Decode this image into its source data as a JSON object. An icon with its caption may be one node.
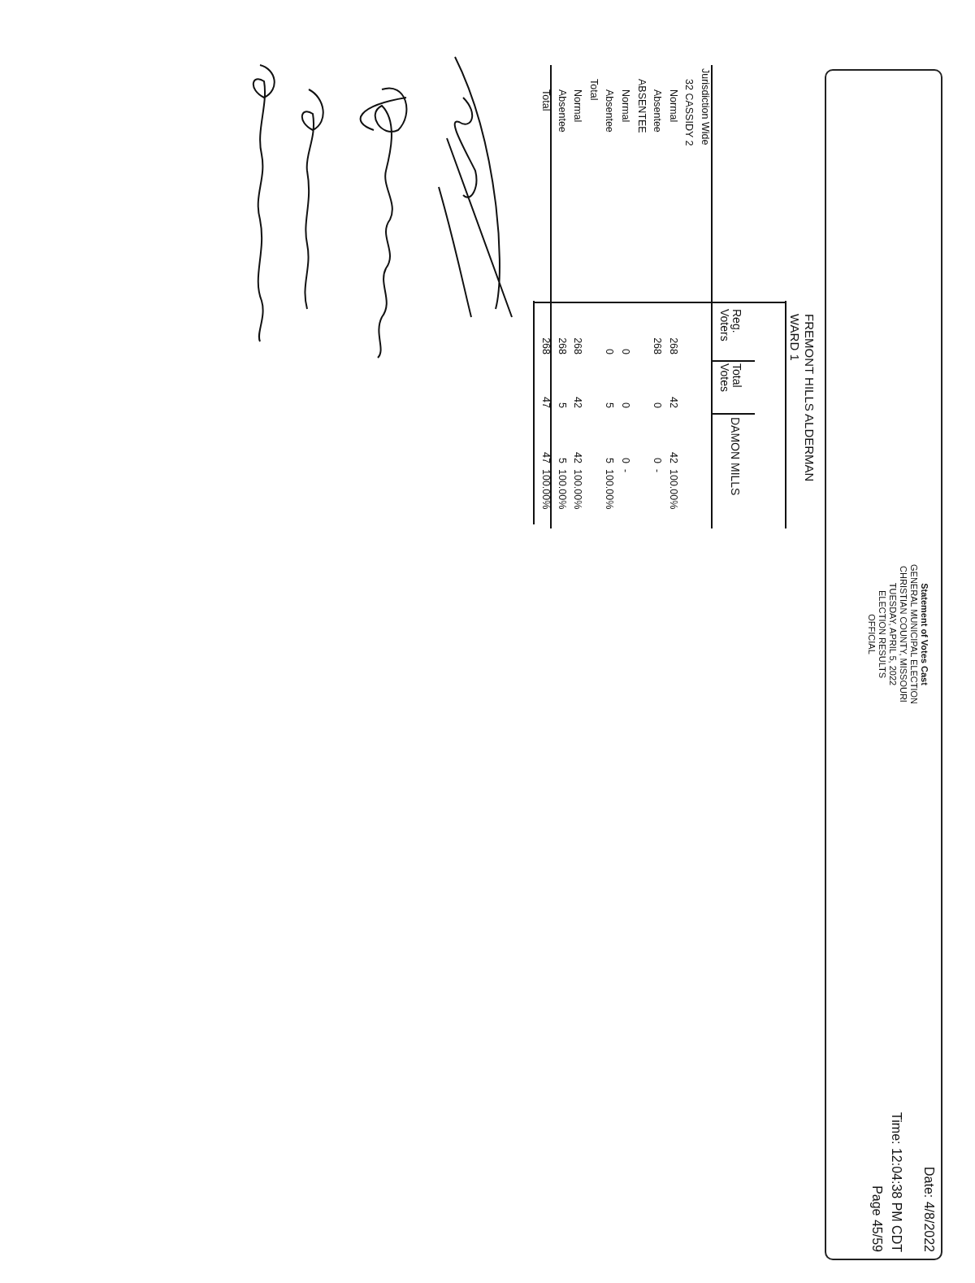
{
  "diagram": {
    "labels": [
      "Statement of Votes Cast",
      "GENERAL MUNICIPAL ELECTION",
      "CHRISTIAN COUNTY, MISSOURI",
      "TUESDAY, APRIL 5, 2022",
      "ELECTION RESULTS",
      "OFFICIAL",
      "Date: 4/8/2022",
      "Time: 12:04:38 PM CDT",
      "Page 45/59",
      "FREMONT HILLS ALDERMAN",
      "WARD 1",
      "Reg. Voters",
      "Total Votes",
      "DAMON MILLS",
      "Jurisdiction Wide",
      "32 CASSIDY 2",
      "Normal",
      "268",
      "42",
      "42",
      "100.00%",
      "Absentee",
      "268",
      "0",
      "0",
      "-",
      "ABSENTEE",
      "Normal",
      "0",
      "0",
      "0",
      "-",
      "Absentee",
      "0",
      "5",
      "5",
      "100.00%",
      "Total",
      "Normal",
      "268",
      "42",
      "42",
      "100.00%",
      "Absentee",
      "268",
      "5",
      "5",
      "100.00%",
      "Total",
      "268",
      "47",
      "47",
      "100.00%"
    ]
  }
}
